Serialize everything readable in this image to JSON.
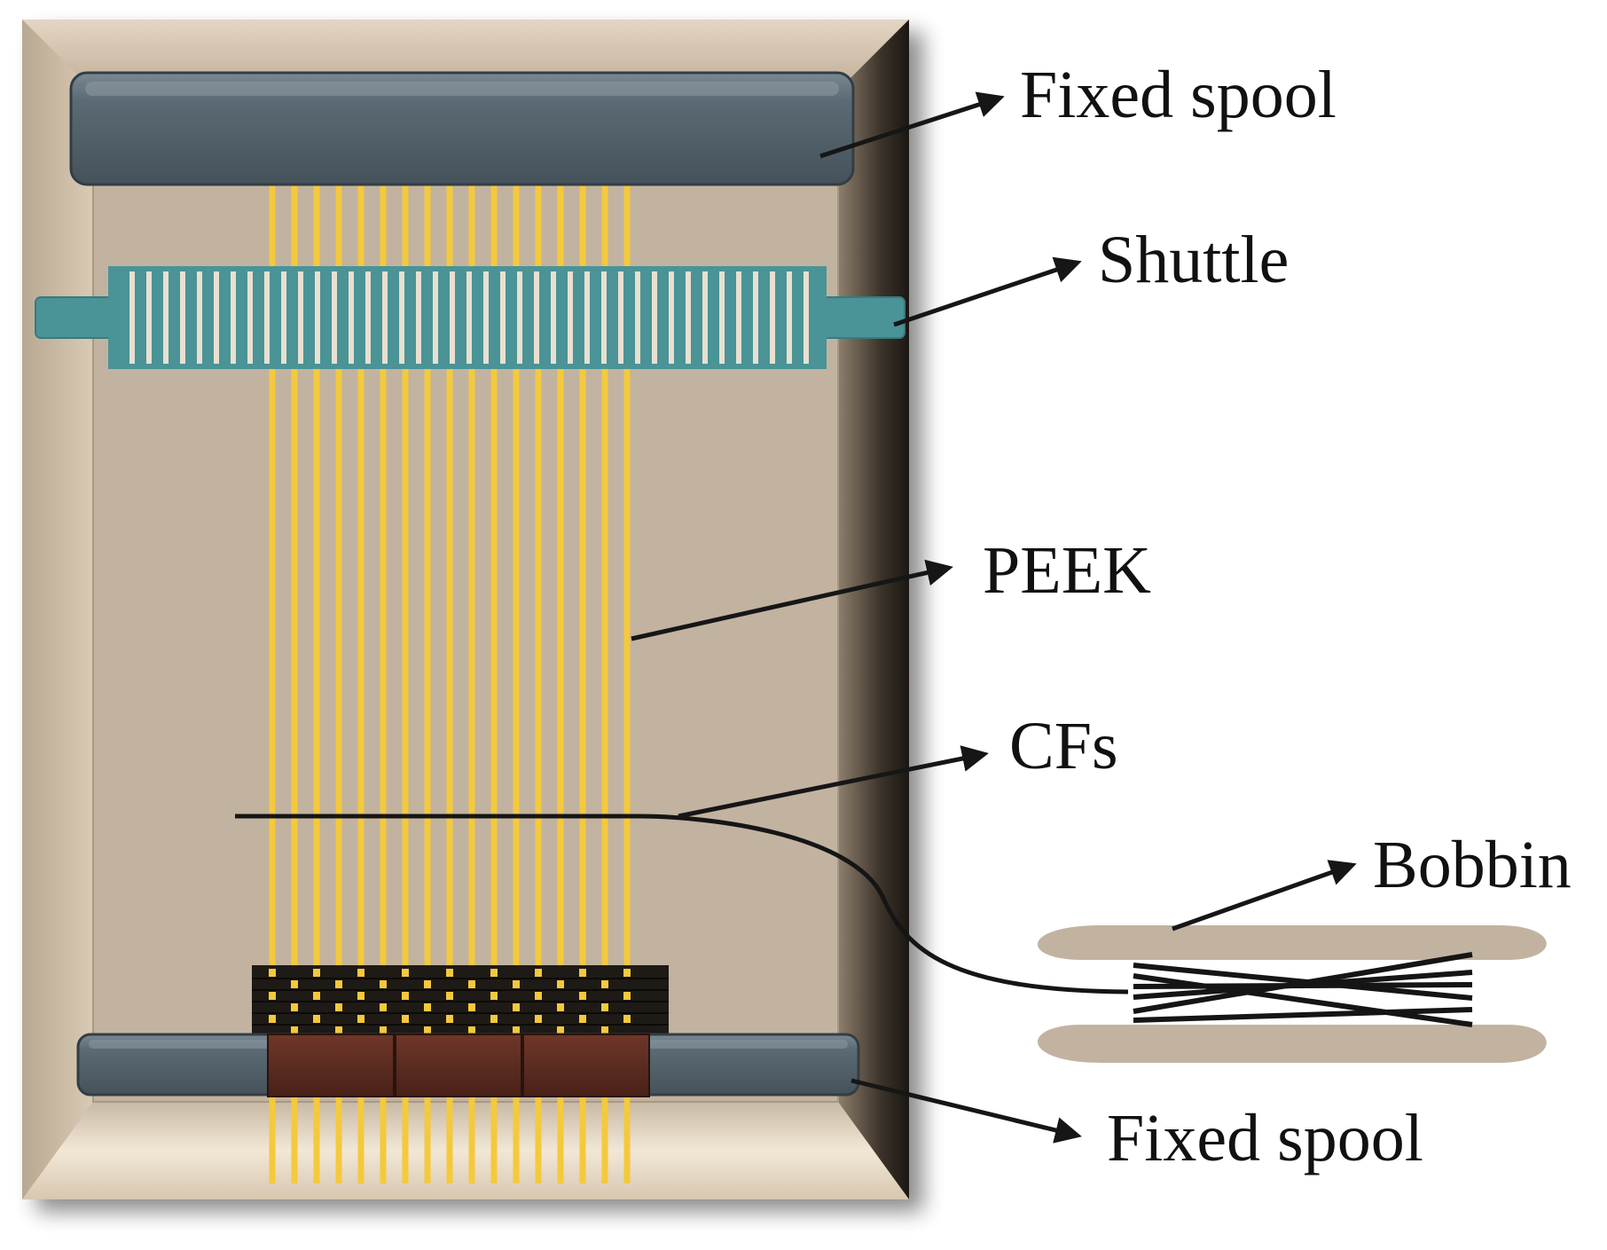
{
  "labels": {
    "fixed_spool_top": "Fixed spool",
    "shuttle": "Shuttle",
    "peek": "PEEK",
    "cfs": "CFs",
    "bobbin": "Bobbin",
    "fixed_spool_bottom": "Fixed spool"
  },
  "colors": {
    "frame_face": "#c2b3a0",
    "frame_bevel_light": "#e9dccb",
    "frame_bevel_dark": "#4a4036",
    "spool": "#56646e",
    "shuttle": "#4a9397",
    "shuttle_slot": "#e8e0d0",
    "peek_yarn": "#f4c93c",
    "carbon_fiber": "#151515",
    "woven_band": "#1e1a16",
    "clamp": "#5a2a1e",
    "bobbin": "#c2b3a0",
    "arrow": "#161616"
  }
}
